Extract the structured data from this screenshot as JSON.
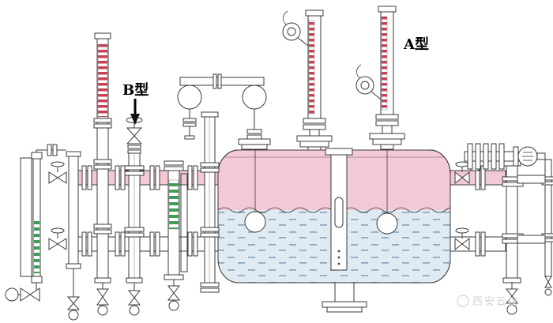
{
  "labels": {
    "a_type": "A型",
    "b_type": "B型"
  },
  "watermark": {
    "text": "西安云仪"
  },
  "colors": {
    "pink": "#f3c9d6",
    "liquid": "#dfeaf2",
    "liquidDash": "#8fa9c0",
    "red": "#c84055",
    "green": "#3f9e55",
    "line": "#3b3b3b"
  }
}
